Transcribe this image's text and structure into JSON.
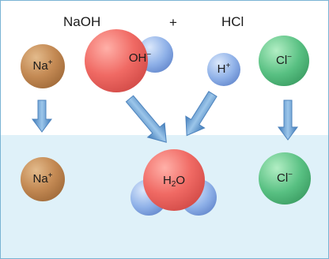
{
  "equation": {
    "reactant_1": "NaOH",
    "plus": "+",
    "reactant_2": "HCl"
  },
  "ions": {
    "sodium": {
      "base": "Na",
      "charge": "+"
    },
    "hydroxide": {
      "base": "OH",
      "charge": "−"
    },
    "hydrogen": {
      "base": "H",
      "charge": "+"
    },
    "chloride": {
      "base": "Cl",
      "charge": "−"
    }
  },
  "water": {
    "pre": "H",
    "sub": "2",
    "post": "O"
  },
  "colors": {
    "sodium": "#c48a54",
    "oxygen": "#f06a64",
    "hydrogen": "#8fb1e8",
    "chlorine": "#58c082",
    "arrow": "#5b93c7",
    "solution": "#dff1f9"
  }
}
